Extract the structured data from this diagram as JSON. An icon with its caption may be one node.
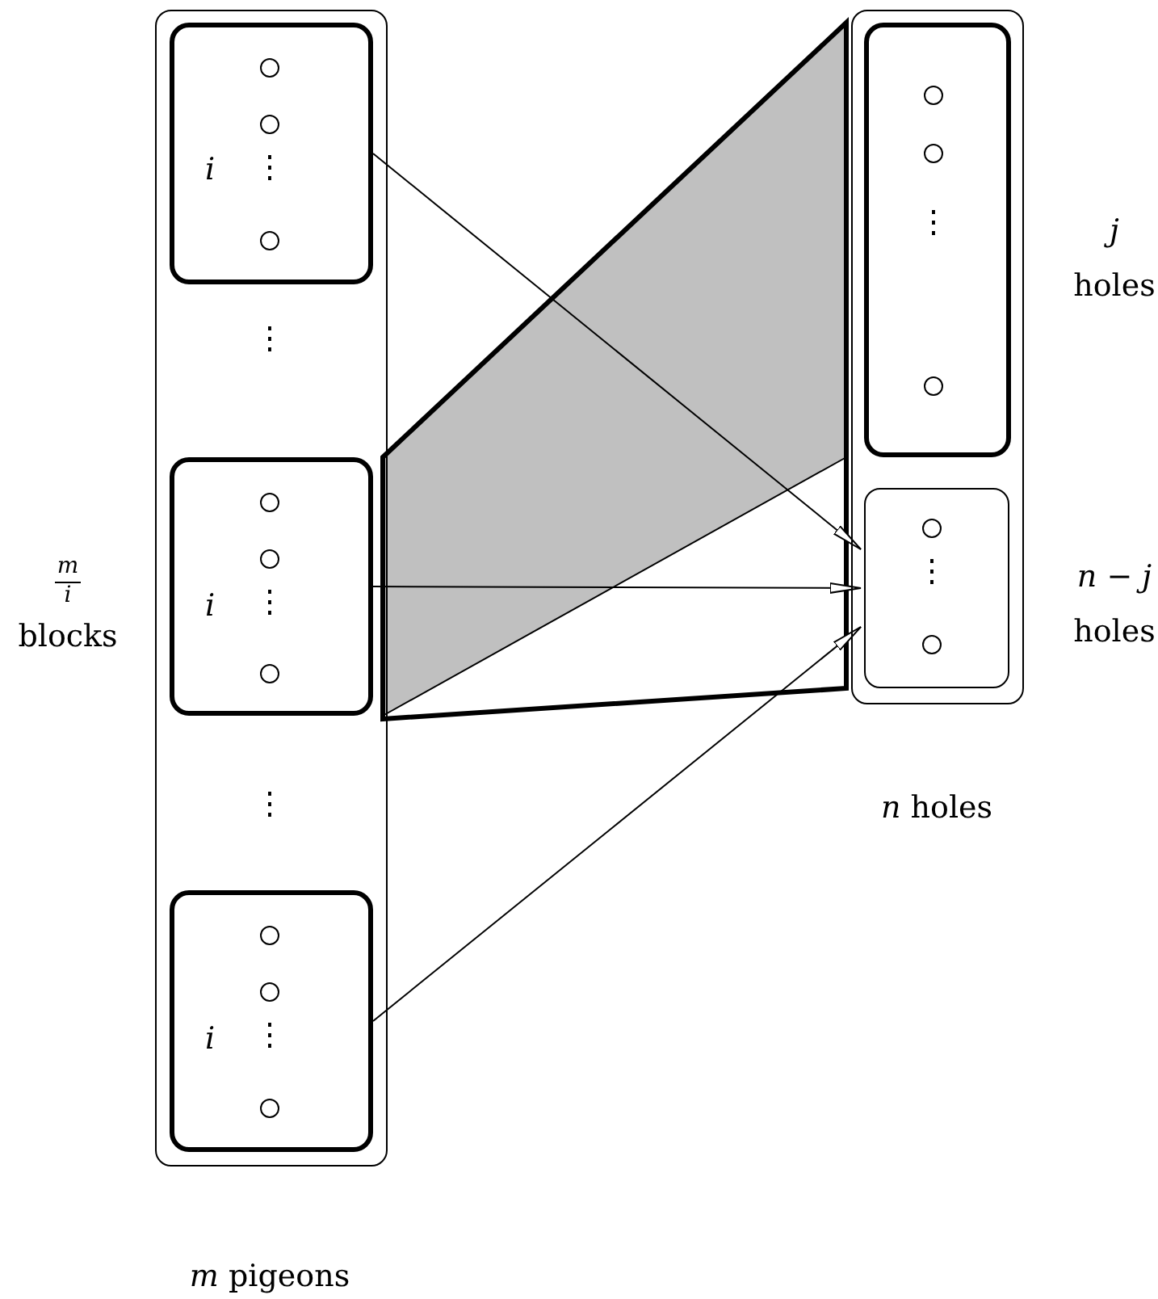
{
  "diagram": {
    "nodes": [
      {
        "text": [],
        "shape": "box"
      },
      {
        "text": [
          "i",
          "⋮"
        ],
        "in": 0
      },
      {
        "text": [
          "i",
          "⋮"
        ],
        "in": 0
      },
      {
        "text": [
          "i",
          "⋮"
        ],
        "in": 0
      },
      {
        "text": [],
        "shape": "box"
      },
      {
        "text": [
          "⋮"
        ],
        "in": 4,
        "beside": [
          "*j*",
          "holes"
        ]
      },
      {
        "text": [
          "⋮"
        ],
        "in": 4,
        "beside": [
          "*n* − *j*",
          "holes"
        ]
      }
    ],
    "edges": [
      {
        "from": 1,
        "to": 6,
        "arrow": "to"
      },
      {
        "from": 2,
        "to": 6,
        "arrow": "to"
      },
      {
        "from": 3,
        "to": 6,
        "arrow": "to"
      }
    ],
    "labels": [
      "⋮",
      "m",
      "i",
      "blocks",
      "⋮",
      "*n* holes",
      "*m* pigeons"
    ]
  }
}
